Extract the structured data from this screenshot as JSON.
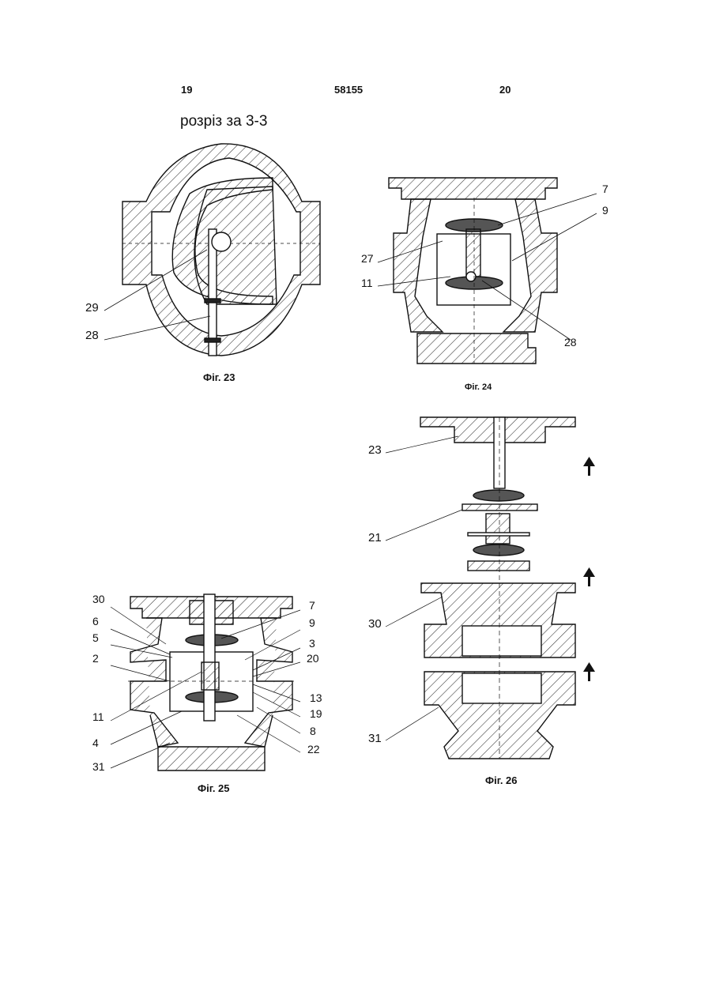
{
  "header": {
    "page_left": "19",
    "patent_number": "58155",
    "page_right": "20"
  },
  "section_title": "розріз за 3-3",
  "figures": {
    "fig23": {
      "caption": "Фіг. 23",
      "callouts": [
        "29",
        "28"
      ]
    },
    "fig24": {
      "caption": "Фіг. 24",
      "callouts": [
        "7",
        "9",
        "27",
        "11",
        "28"
      ]
    },
    "fig25": {
      "caption": "Фіг. 25",
      "callouts_left": [
        "30",
        "6",
        "5",
        "2",
        "11",
        "4",
        "31"
      ],
      "callouts_right": [
        "7",
        "9",
        "3",
        "20",
        "13",
        "19",
        "8",
        "22"
      ]
    },
    "fig26": {
      "caption": "Фіг. 26",
      "callouts": [
        "23",
        "21",
        "30",
        "31"
      ]
    }
  },
  "colors": {
    "ink": "#111111",
    "paper": "#ffffff"
  }
}
